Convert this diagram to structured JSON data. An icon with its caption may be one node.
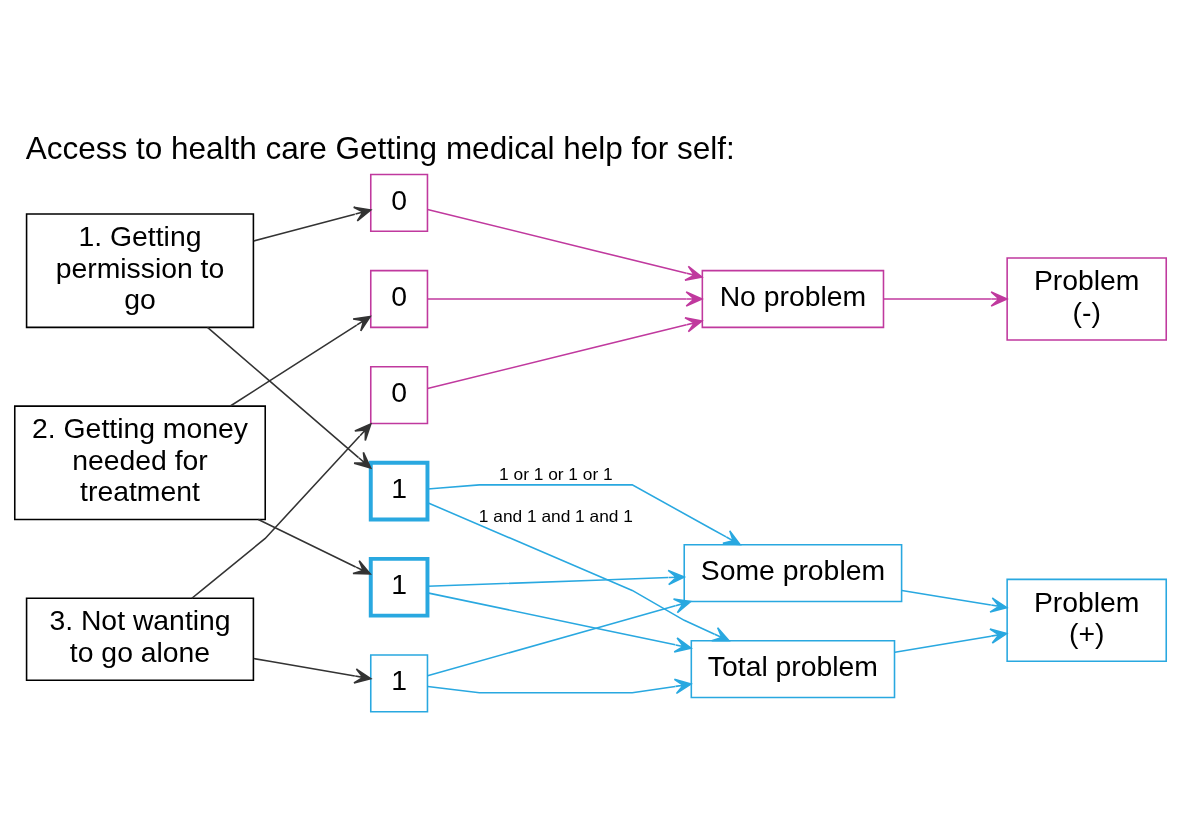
{
  "diagram": {
    "title": "Access to health care Getting medical help for self:",
    "nodes": [
      {
        "text": [
          "1. Getting permission to go"
        ]
      },
      {
        "text": [
          "1"
        ]
      },
      {
        "text": [
          "0"
        ]
      },
      {
        "text": [
          "2. Getting money needed for treatment"
        ]
      },
      {
        "text": [
          "1"
        ]
      },
      {
        "text": [
          "0"
        ]
      },
      {
        "text": [
          "3. Not wanting to go alone"
        ]
      },
      {
        "text": [
          "1"
        ]
      },
      {
        "text": [
          "0"
        ]
      },
      {
        "text": [
          "Total problem"
        ]
      },
      {
        "text": [
          "Some problem"
        ]
      },
      {
        "text": [
          "Problem (+)"
        ]
      },
      {
        "text": [
          "No problem"
        ]
      },
      {
        "text": [
          "Problem (-)"
        ]
      }
    ],
    "edges": [
      {
        "from": 0,
        "to": 1,
        "arrow": "to",
        "color": "#333333"
      },
      {
        "from": 0,
        "to": 2,
        "arrow": "to",
        "color": "#333333"
      },
      {
        "from": 3,
        "to": 4,
        "arrow": "to",
        "color": "#333333"
      },
      {
        "from": 3,
        "to": 5,
        "arrow": "to",
        "color": "#333333"
      },
      {
        "from": 6,
        "to": 7,
        "arrow": "to",
        "color": "#333333"
      },
      {
        "from": 6,
        "to": 8,
        "arrow": "to",
        "color": "#333333"
      },
      {
        "from": 1,
        "to": 9,
        "arrow": "to",
        "label": "1 and 1 and 1 and 1"
      },
      {
        "from": 4,
        "to": 9,
        "arrow": "to"
      },
      {
        "from": 7,
        "to": 9,
        "arrow": "to"
      },
      {
        "from": 1,
        "to": 10,
        "arrow": "to",
        "label": "1 or 1 or 1 or 1"
      },
      {
        "from": 4,
        "to": 10,
        "arrow": "to"
      },
      {
        "from": 7,
        "to": 10,
        "arrow": "to"
      },
      {
        "from": 9,
        "to": 11,
        "arrow": "to"
      },
      {
        "from": 10,
        "to": 11,
        "arrow": "to"
      },
      {
        "from": 2,
        "to": 12,
        "arrow": "to",
        "color": "#c0399e"
      },
      {
        "from": 5,
        "to": 12,
        "arrow": "to",
        "color": "#c0399e"
      },
      {
        "from": 8,
        "to": 12,
        "arrow": "to",
        "color": "#c0399e"
      },
      {
        "from": 12,
        "to": 13,
        "arrow": "to",
        "color": "#c0399e"
      }
    ]
  }
}
